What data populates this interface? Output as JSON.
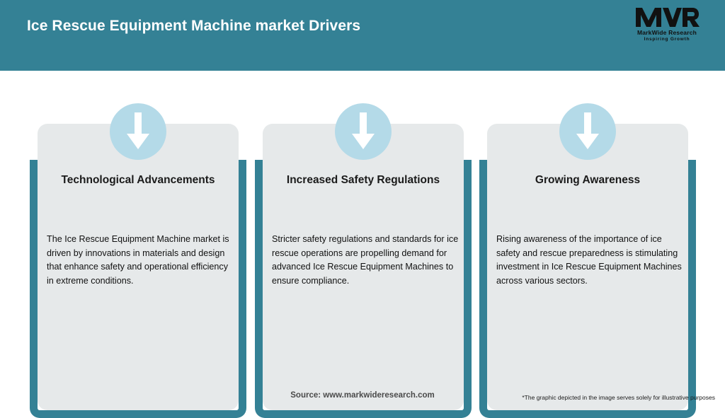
{
  "header": {
    "title": "Ice Rescue Equipment Machine market Drivers",
    "background_color": "#348195",
    "title_color": "#ffffff",
    "logo": {
      "mark": "MWR",
      "name": "MarkWide Research",
      "tagline": "Inspiring Growth"
    }
  },
  "theme": {
    "accent_teal": "#348195",
    "card_gray": "#e6e9ea",
    "badge_blue": "#b4dae8",
    "page_background": "#ffffff"
  },
  "cards": [
    {
      "icon": "down-arrow-icon",
      "heading": "Technological Advancements",
      "body": "The Ice Rescue Equipment Machine market is driven by innovations in materials and design that enhance safety and operational efficiency in extreme conditions."
    },
    {
      "icon": "down-arrow-icon",
      "heading": "Increased Safety Regulations",
      "body": "Stricter safety regulations and standards for ice rescue operations are propelling demand for advanced Ice Rescue Equipment Machines to ensure compliance."
    },
    {
      "icon": "down-arrow-icon",
      "heading": "Growing Awareness",
      "body": "Rising awareness of the importance of ice safety and rescue preparedness is stimulating investment in Ice Rescue Equipment Machines across various sectors."
    }
  ],
  "footer": {
    "source": "Source: www.markwideresearch.com",
    "disclaimer": "*The graphic depicted in the image serves solely for illustrative purposes"
  }
}
